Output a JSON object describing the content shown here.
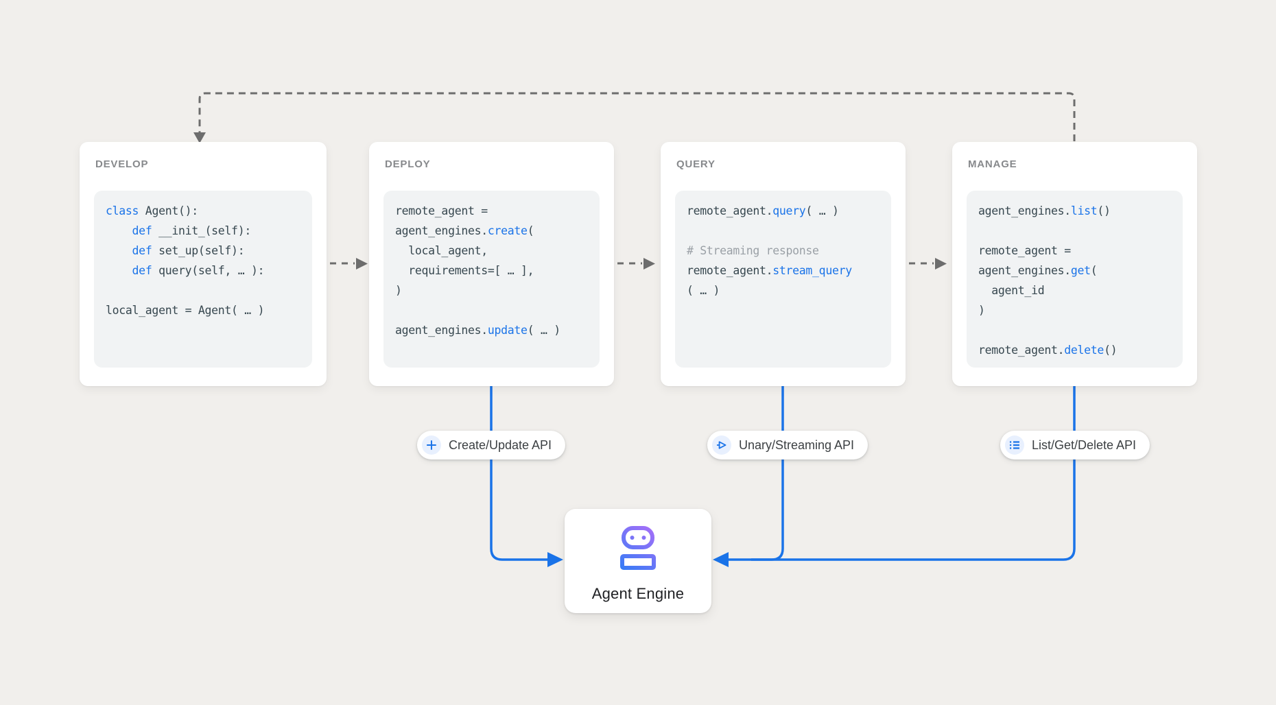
{
  "canvas": {
    "background": "#f1efec"
  },
  "colors": {
    "card_bg": "#ffffff",
    "code_block_bg": "#f1f3f4",
    "code_text": "#37474f",
    "code_keyword": "#1a73e8",
    "code_comment": "#9aa0a6",
    "dashed_arrow_gray": "#6d6d6d",
    "flow_line_blue": "#1a73e8",
    "pill_icon_bg": "#e8f0fe",
    "robot_gradient_start": "#2e7df6",
    "robot_gradient_end": "#ac6ef8",
    "title_gray": "#87898c"
  },
  "cards": [
    {
      "title": "DEVELOP",
      "code": [
        [
          [
            "k",
            "class"
          ],
          [
            "p",
            " Agent():"
          ]
        ],
        [
          [
            "p",
            "    "
          ],
          [
            "k",
            "def"
          ],
          [
            "p",
            " __init_(self):"
          ]
        ],
        [
          [
            "p",
            "    "
          ],
          [
            "k",
            "def"
          ],
          [
            "p",
            " set_up(self):"
          ]
        ],
        [
          [
            "p",
            "    "
          ],
          [
            "k",
            "def"
          ],
          [
            "p",
            " query(self, … ):"
          ]
        ],
        [],
        [
          [
            "p",
            "local_agent = Agent( … )"
          ]
        ]
      ]
    },
    {
      "title": "DEPLOY",
      "code": [
        [
          [
            "p",
            "remote_agent ="
          ]
        ],
        [
          [
            "p",
            "agent_engines."
          ],
          [
            "k",
            "create"
          ],
          [
            "p",
            "("
          ]
        ],
        [
          [
            "p",
            "  local_agent,"
          ]
        ],
        [
          [
            "p",
            "  requirements=[ … ],"
          ]
        ],
        [
          [
            "p",
            ")"
          ]
        ],
        [],
        [
          [
            "p",
            "agent_engines."
          ],
          [
            "k",
            "update"
          ],
          [
            "p",
            "( … )"
          ]
        ]
      ]
    },
    {
      "title": "QUERY",
      "code": [
        [
          [
            "p",
            "remote_agent."
          ],
          [
            "k",
            "query"
          ],
          [
            "p",
            "( … )"
          ]
        ],
        [],
        [
          [
            "c",
            "# Streaming response"
          ]
        ],
        [
          [
            "p",
            "remote_agent."
          ],
          [
            "k",
            "stream_query"
          ]
        ],
        [
          [
            "p",
            "( … )"
          ]
        ]
      ]
    },
    {
      "title": "MANAGE",
      "code": [
        [
          [
            "p",
            "agent_engines."
          ],
          [
            "k",
            "list"
          ],
          [
            "p",
            "()"
          ]
        ],
        [],
        [
          [
            "p",
            "remote_agent ="
          ]
        ],
        [
          [
            "p",
            "agent_engines."
          ],
          [
            "k",
            "get"
          ],
          [
            "p",
            "("
          ]
        ],
        [
          [
            "p",
            "  agent_id"
          ]
        ],
        [
          [
            "p",
            ")"
          ]
        ],
        [],
        [
          [
            "p",
            "remote_agent."
          ],
          [
            "k",
            "delete"
          ],
          [
            "p",
            "()"
          ]
        ]
      ]
    }
  ],
  "pills": [
    {
      "icon": "plus-icon",
      "label": "Create/Update API"
    },
    {
      "icon": "send-icon",
      "label": "Unary/Streaming API"
    },
    {
      "icon": "list-icon",
      "label": "List/Get/Delete API"
    }
  ],
  "engine": {
    "icon": "robot-icon",
    "label": "Agent Engine"
  }
}
